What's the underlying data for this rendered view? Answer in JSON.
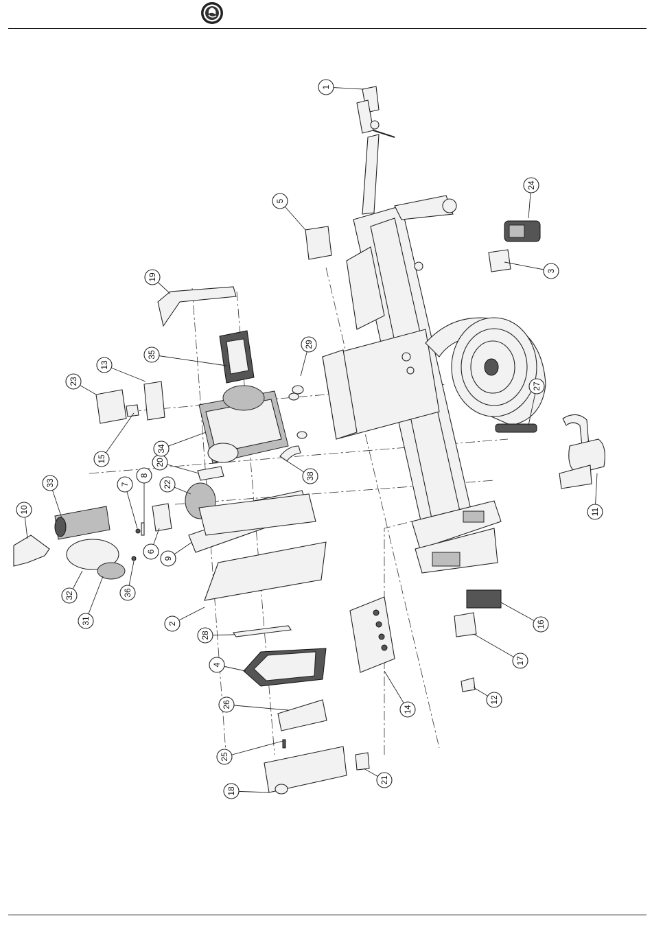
{
  "header": {
    "logo_icon": "brand-emblem-icon"
  },
  "callouts": [
    {
      "label": "1"
    },
    {
      "label": "2"
    },
    {
      "label": "3"
    },
    {
      "label": "4"
    },
    {
      "label": "5"
    },
    {
      "label": "6"
    },
    {
      "label": "7"
    },
    {
      "label": "8"
    },
    {
      "label": "9"
    },
    {
      "label": "10"
    },
    {
      "label": "11"
    },
    {
      "label": "12"
    },
    {
      "label": "13"
    },
    {
      "label": "14"
    },
    {
      "label": "15"
    },
    {
      "label": "16"
    },
    {
      "label": "17"
    },
    {
      "label": "18"
    },
    {
      "label": "19"
    },
    {
      "label": "20"
    },
    {
      "label": "21"
    },
    {
      "label": "22"
    },
    {
      "label": "23"
    },
    {
      "label": "24"
    },
    {
      "label": "25"
    },
    {
      "label": "26"
    },
    {
      "label": "27"
    },
    {
      "label": "28"
    },
    {
      "label": "29"
    },
    {
      "label": "31"
    },
    {
      "label": "32"
    },
    {
      "label": "33"
    },
    {
      "label": "34"
    },
    {
      "label": "35"
    },
    {
      "label": "36"
    },
    {
      "label": "38"
    }
  ]
}
